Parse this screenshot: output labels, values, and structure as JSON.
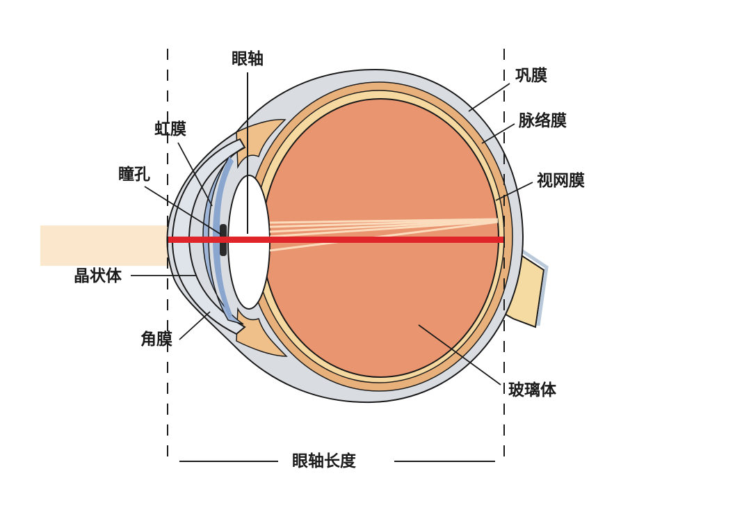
{
  "diagram": {
    "subject": "human eye cross-section (axial length)",
    "colors": {
      "sclera": "#d9dde2",
      "choroid": "#e8b07a",
      "retina": "#f6d9a0",
      "vitreous": "#e99570",
      "lens": "#ffffff",
      "iris": "#9fb6d8",
      "cornea": "#dfe4ea",
      "optic_nerve": "#f5dba2",
      "incoming_light": "#fbe8cc",
      "axis_line": "#e0252a",
      "outline": "#1a1a1a"
    }
  },
  "labels": {
    "axis": "眼轴",
    "iris": "虹膜",
    "pupil": "瞳孔",
    "lens": "晶状体",
    "cornea": "角膜",
    "sclera": "巩膜",
    "choroid": "脉络膜",
    "retina": "视网膜",
    "vitreous": "玻璃体",
    "axial_length": "眼轴长度"
  }
}
